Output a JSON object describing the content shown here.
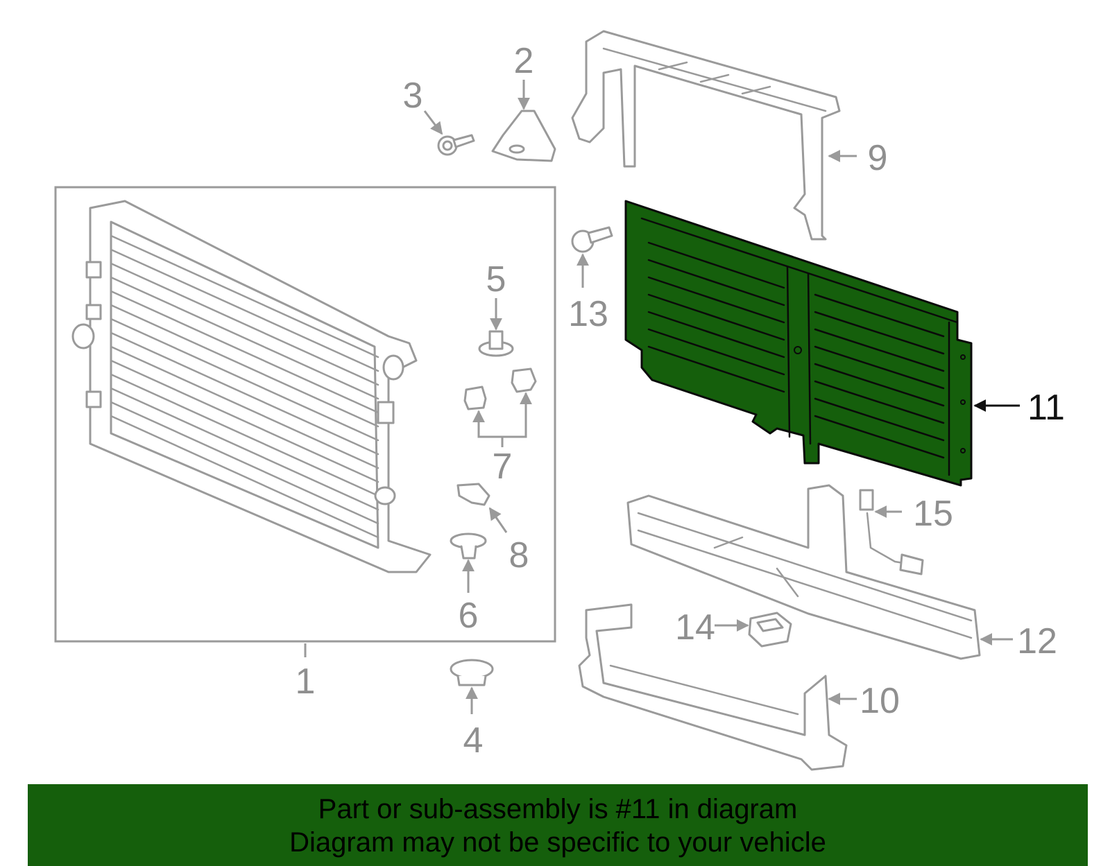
{
  "callouts": {
    "c1": "1",
    "c2": "2",
    "c3": "3",
    "c4": "4",
    "c5": "5",
    "c6": "6",
    "c7": "7",
    "c8": "8",
    "c9": "9",
    "c10": "10",
    "c11": "11",
    "c12": "12",
    "c13": "13",
    "c14": "14",
    "c15": "15"
  },
  "highlighted_part": "11",
  "banner": {
    "line1": "Part or sub-assembly is #11 in diagram",
    "line2": "Diagram may not be specific to your vehicle"
  },
  "colors": {
    "highlight": "#155f0c",
    "part_stroke": "#9a9a9a",
    "text": "#000000"
  }
}
